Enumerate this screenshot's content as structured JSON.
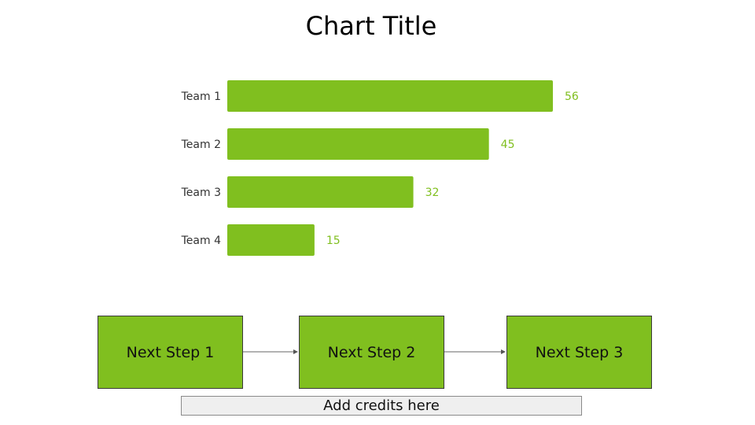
{
  "chart_data": {
    "type": "bar",
    "orientation": "horizontal",
    "title": "Chart Title",
    "categories": [
      "Team 1",
      "Team 2",
      "Team 3",
      "Team 4"
    ],
    "values": [
      56,
      45,
      32,
      15
    ],
    "data_labels": [
      "56",
      "45",
      "32",
      "15"
    ],
    "bar_color": "#80bf1f",
    "label_color": "#80bf1f",
    "grid": false,
    "legend": "none"
  },
  "flow": {
    "steps": [
      "Next Step 1",
      "Next Step 2",
      "Next Step 3"
    ],
    "box_color": "#80bf1f"
  },
  "credits": {
    "text": "Add credits here"
  }
}
